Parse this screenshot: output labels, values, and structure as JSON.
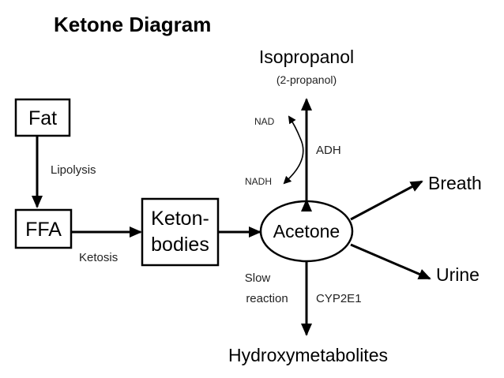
{
  "title": "Ketone Diagram",
  "nodes": {
    "fat": "Fat",
    "ffa": "FFA",
    "ketonbodies_line1": "Keton-",
    "ketonbodies_line2": "bodies",
    "acetone": "Acetone",
    "isopropanol": "Isopropanol",
    "isopropanol_sub": "(2-propanol)",
    "breath": "Breath",
    "urine": "Urine",
    "hydroxymetabolites": "Hydroxymetabolites"
  },
  "edge_labels": {
    "lipolysis": "Lipolysis",
    "ketosis": "Ketosis",
    "nad": "NAD",
    "nadh": "NADH",
    "adh": "ADH",
    "slow_line1": "Slow",
    "slow_line2": "reaction",
    "cyp2e1": "CYP2E1"
  }
}
